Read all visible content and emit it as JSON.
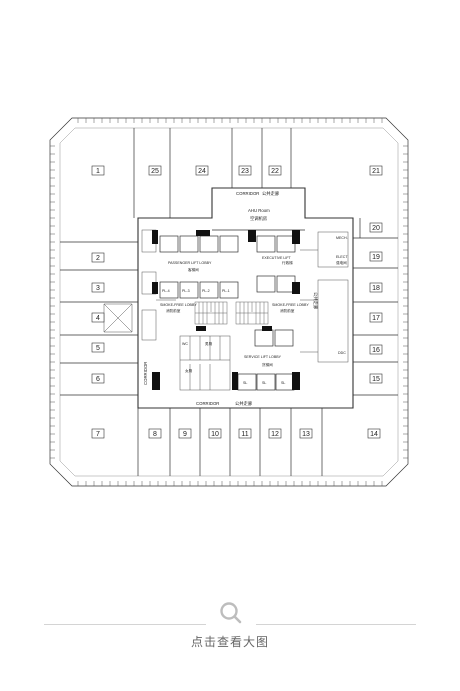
{
  "plan": {
    "office_units": [
      {
        "num": "1"
      },
      {
        "num": "25"
      },
      {
        "num": "24"
      },
      {
        "num": "23"
      },
      {
        "num": "22"
      },
      {
        "num": "21"
      },
      {
        "num": "20"
      },
      {
        "num": "19"
      },
      {
        "num": "18"
      },
      {
        "num": "17"
      },
      {
        "num": "16"
      },
      {
        "num": "15"
      },
      {
        "num": "14"
      },
      {
        "num": "13"
      },
      {
        "num": "12"
      },
      {
        "num": "11"
      },
      {
        "num": "10"
      },
      {
        "num": "9"
      },
      {
        "num": "8"
      },
      {
        "num": "7"
      },
      {
        "num": "6"
      },
      {
        "num": "5"
      },
      {
        "num": "4"
      },
      {
        "num": "3"
      },
      {
        "num": "2"
      }
    ],
    "corridor_top": "CORRIDOR",
    "corridor_top_cn": "公共走廊",
    "corridor_bottom": "CORRIDOR",
    "corridor_bottom_cn": "公共走廊",
    "corridor_left": "CORRIDOR",
    "corridor_right_cn": "公共走廊",
    "ahu_room": "AHU Room",
    "ahu_room_cn": "空调机房",
    "passenger_lobby": "PASSENGER LIFT LOBBY",
    "passenger_lobby_cn": "客梯间",
    "executive_lift": "EXECUTIVE LIFT",
    "executive_lift_cn": "行政梯",
    "smoke_lobby_left": "SMOKE-FREE LOBBY",
    "smoke_lobby_left_cn": "消防前室",
    "smoke_lobby_right": "SMOKE-FREE LOBBY",
    "smoke_lobby_right_cn": "消防前室",
    "service_lobby": "SERVICE LIFT LOBBY",
    "service_lobby_cn": "货梯间",
    "pl_labels": [
      "PL-4",
      "PL-3",
      "PL-2",
      "PL-1"
    ],
    "sl_labels": [
      "SL",
      "SL",
      "SL"
    ],
    "mech": "MECH.",
    "elect": "ELECT",
    "elect_cn": "强电间",
    "female_wc": "女厕",
    "male_wc": "男厕",
    "wc_label": "WC",
    "ddc": "DDC"
  },
  "footer": {
    "icon": "search-icon",
    "zoom_text": "点击查看大图"
  }
}
